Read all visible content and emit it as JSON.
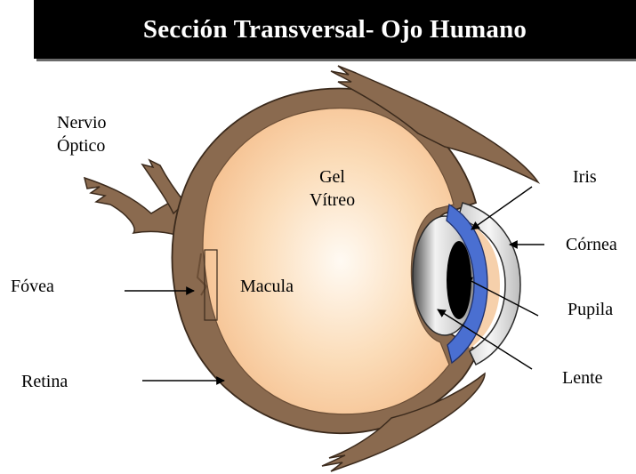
{
  "title": "Sección Transversal- Ojo Humano",
  "labels": {
    "optic_nerve_line1": "Nervio",
    "optic_nerve_line2": "Óptico",
    "vitreous_line1": "Gel",
    "vitreous_line2": "Vítreo",
    "iris": "Iris",
    "cornea": "Córnea",
    "fovea": "Fóvea",
    "macula": "Macula",
    "pupil": "Pupila",
    "retina": "Retina",
    "lens": "Lente"
  },
  "colors": {
    "title_background": "#000000",
    "title_text": "#ffffff",
    "eye_wall": "#8a6a4f",
    "vitreous_light": "#fff8f0",
    "vitreous_dark": "#f7c79a",
    "iris": "#4a6fd1",
    "cornea": "#e4e4e4",
    "pupil": "#000000"
  }
}
